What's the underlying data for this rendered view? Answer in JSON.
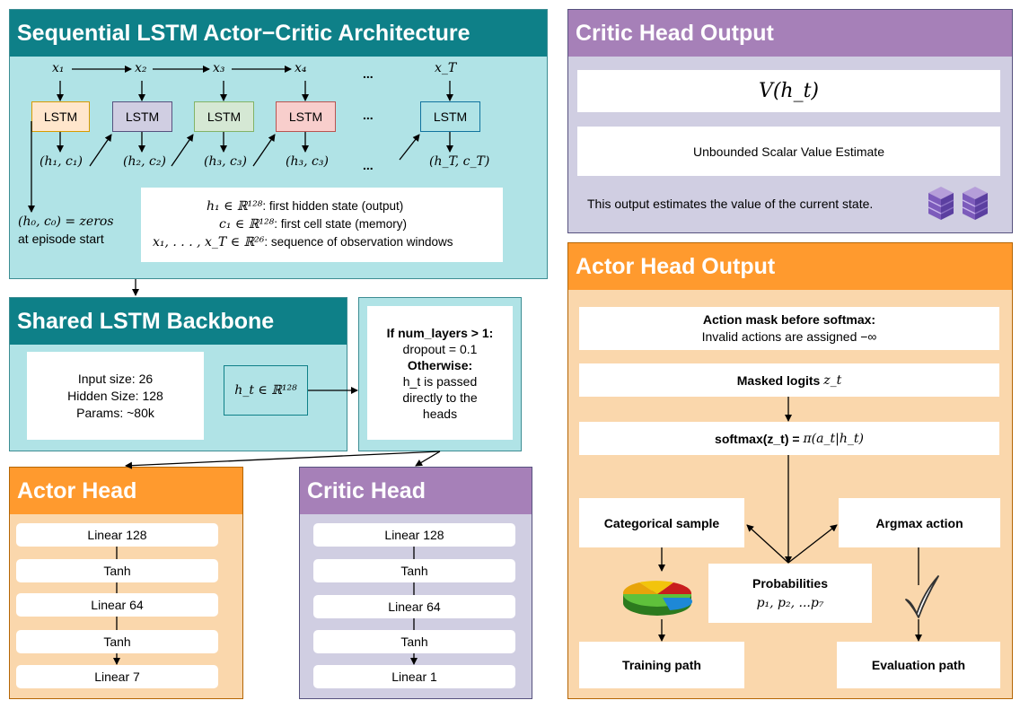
{
  "seq": {
    "title": "Sequential LSTM Actor−Critic Architecture",
    "inputs": [
      "x₁",
      "x₂",
      "x₃",
      "x₄",
      "...",
      "x_T"
    ],
    "cells": [
      "LSTM",
      "LSTM",
      "LSTM",
      "LSTM",
      "...",
      "LSTM"
    ],
    "outputs": [
      "(h₁, c₁)",
      "(h₂, c₂)",
      "(h₃, c₃)",
      "(h₃, c₃)",
      "...",
      "(h_T, c_T)"
    ],
    "init_line1": "(h₀, c₀) = zeros",
    "init_line2": "at episode start",
    "legend1_sym": "h₁ ∈ ℝ¹²⁸",
    "legend1_txt": ": first hidden state (output)",
    "legend2_sym": "c₁ ∈ ℝ¹²⁸",
    "legend2_txt": ": first cell state (memory)",
    "legend3_sym": "x₁, . . . , x_T ∈ ℝ²⁶",
    "legend3_txt": ": sequence of observation windows"
  },
  "backbone": {
    "title": "Shared LSTM Backbone",
    "input_size": "Input size: 26",
    "hidden_size": "Hidden Size: 128",
    "params": "Params: ~80k",
    "hidden_state": "h_t ∈ ℝ¹²⁸"
  },
  "dropout": {
    "if": "If num_layers > 1:",
    "dropout": "dropout = 0.1",
    "otherwise": "Otherwise:",
    "pass1": "h_t is passed",
    "pass2": "directly to the",
    "pass3": "heads"
  },
  "actor_head": {
    "title": "Actor Head",
    "layers": [
      "Linear 128",
      "Tanh",
      "Linear 64",
      "Tanh",
      "Linear 7"
    ]
  },
  "critic_head": {
    "title": "Critic Head",
    "layers": [
      "Linear 128",
      "Tanh",
      "Linear 64",
      "Tanh",
      "Linear 1"
    ]
  },
  "critic_output": {
    "title": "Critic Head Output",
    "value": "V(h_t)",
    "desc": "Unbounded Scalar Value Estimate",
    "note": "This output estimates the value of the current state."
  },
  "actor_output": {
    "title": "Actor Head Output",
    "mask_title": "Action mask before softmax:",
    "mask_desc": "Invalid actions are assigned −∞",
    "logits_label": "Masked logits",
    "logits_sym": "z_t",
    "softmax_label": "softmax(z_t) =",
    "softmax_sym": "π(a_t|h_t)",
    "categorical": "Categorical sample",
    "argmax": "Argmax action",
    "prob_title": "Probabilities",
    "prob_sym": "p₁, p₂, ...p₇",
    "training": "Training path",
    "evaluation": "Evaluation path"
  },
  "icons": {
    "cube": "cube-stack-icon",
    "pie": "pie-chart-icon",
    "check": "checkmark-icon"
  },
  "colors": {
    "teal_header": "#0e8088",
    "teal_body": "#b0e3e6",
    "purple_header": "#a680b8",
    "purple_body": "#d0cee2",
    "orange_header": "#ff9a2e",
    "orange_body": "#fad7ac",
    "cell1": "#ffe6cc",
    "cell2": "#d0cee2",
    "cell3": "#d5e8d4",
    "cell4": "#f8cecc",
    "cell6": "#b0e3e6"
  }
}
